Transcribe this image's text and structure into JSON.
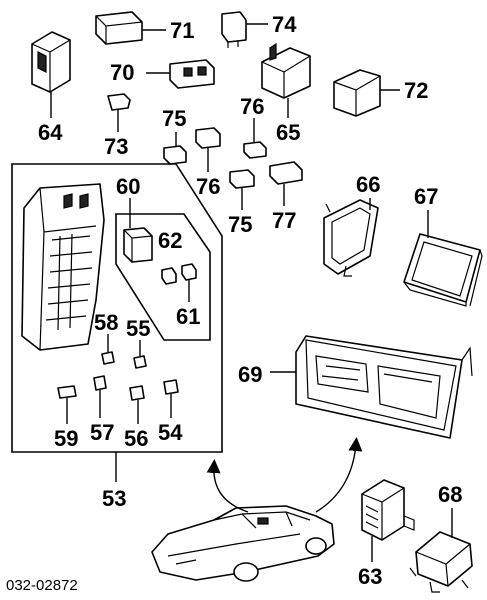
{
  "diagram": {
    "reference_code": "032-02872",
    "callouts": [
      "64",
      "71",
      "74",
      "70",
      "72",
      "73",
      "75",
      "76",
      "65",
      "60",
      "76",
      "62",
      "77",
      "75",
      "66",
      "67",
      "61",
      "58",
      "55",
      "69",
      "59",
      "57",
      "56",
      "54",
      "53",
      "68",
      "63"
    ],
    "parts": [
      "control-unit-64",
      "relay-71",
      "relay-74",
      "relay-70",
      "relay-72",
      "clip-73",
      "relay-75",
      "relay-76",
      "relay-65",
      "fuse-box-53",
      "relay-60",
      "relay-62",
      "relay-61",
      "relay-76b",
      "relay-77",
      "relay-75b",
      "bracket-66",
      "control-unit-67",
      "fuse-58",
      "fuse-55",
      "fuse-59",
      "fuse-57",
      "fuse-56",
      "fuse-54",
      "cover-69",
      "control-unit-68",
      "control-unit-63",
      "vehicle"
    ]
  }
}
